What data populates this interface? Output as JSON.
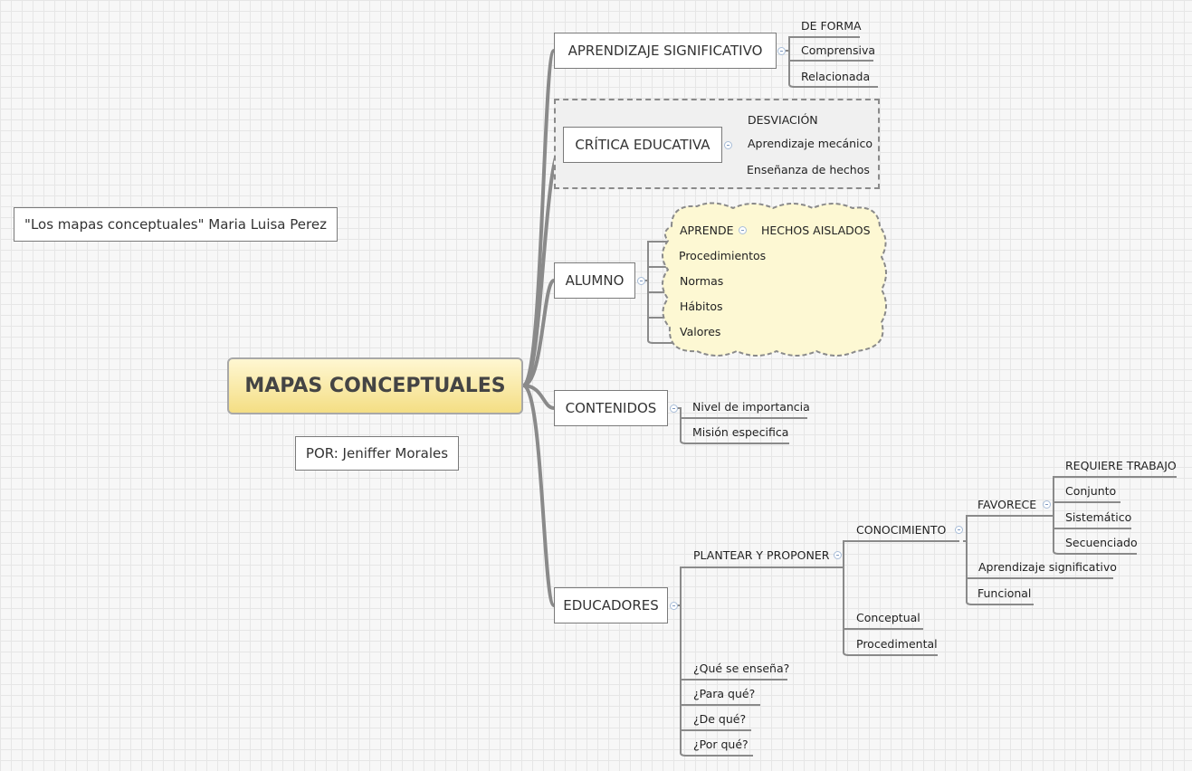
{
  "central_topic": "MAPAS CONCEPTUALES",
  "notes": {
    "reference": "\"Los mapas conceptuales\" Maria Luisa Perez",
    "author": "POR: Jeniffer Morales"
  },
  "branches": {
    "aprendizaje": {
      "title": "APRENDIZAJE SIGNIFICATIVO",
      "children": [
        "DE FORMA",
        "Comprensiva",
        "Relacionada"
      ]
    },
    "critica": {
      "title": "CRÍTICA EDUCATIVA",
      "children": [
        "DESVIACIÓN",
        "Aprendizaje mecánico",
        "Enseñanza de hechos"
      ]
    },
    "alumno": {
      "title": "ALUMNO",
      "aprende": "APRENDE",
      "hechos": "HECHOS AISLADOS",
      "children": [
        "Procedimientos",
        "Normas",
        "Hábitos",
        "Valores"
      ]
    },
    "contenidos": {
      "title": "CONTENIDOS",
      "children": [
        "Nivel de importancia",
        "Misión especifica"
      ]
    },
    "educadores": {
      "title": "EDUCADORES",
      "plantear": "PLANTEAR Y PROPONER",
      "conocimiento": "CONOCIMIENTO",
      "favorece": "FAVORECE",
      "favorece_children": [
        "REQUIERE TRABAJO",
        "Conjunto",
        "Sistemático",
        "Secuenciado"
      ],
      "conocimiento_children": [
        "Aprendizaje significativo",
        "Funcional"
      ],
      "plantear_children": [
        "Conceptual",
        "Procedimental"
      ],
      "questions": [
        "¿Qué se enseña?",
        "¿Para qué?",
        "¿De qué?",
        "¿Por qué?"
      ]
    }
  },
  "colors": {
    "central_fill": "#f4de84",
    "cloud_fill": "#fdf8d3",
    "line": "#8a8a8a"
  }
}
